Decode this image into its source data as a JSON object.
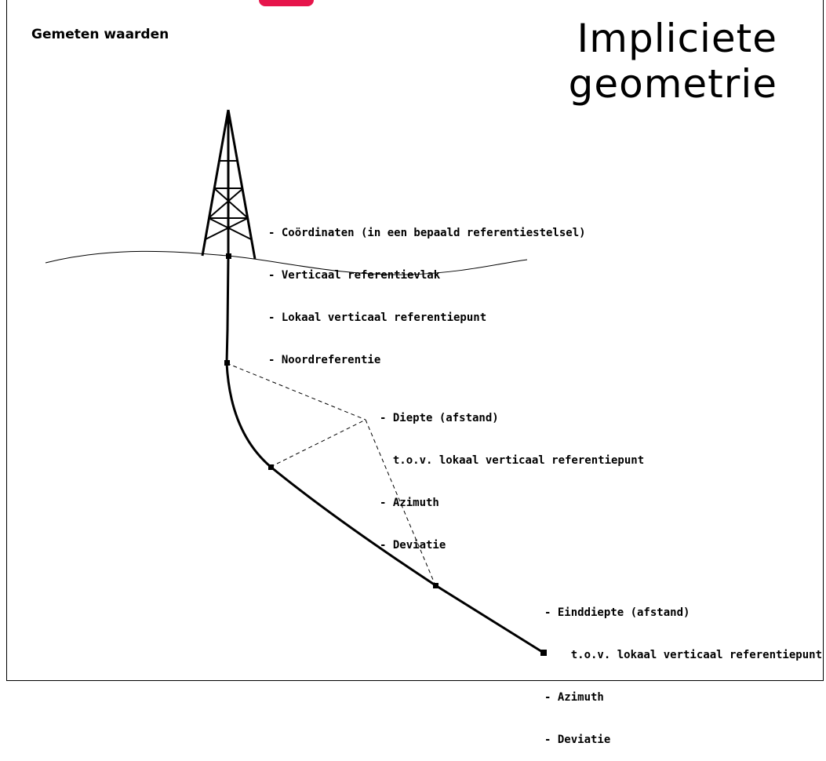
{
  "title": "Gemeten waarden",
  "heading": {
    "line1": "Impliciete",
    "line2": "geometrie"
  },
  "colors": {
    "accent": "#e6154b",
    "ink": "#000000"
  },
  "labels": {
    "surface": [
      "- Coördinaten (in een bepaald referentiestelsel)",
      "- Verticaal referentievlak",
      "- Lokaal verticaal referentiepunt",
      "- Noordreferentie"
    ],
    "survey": [
      "- Diepte (afstand)",
      "  t.o.v. lokaal verticaal referentiepunt",
      "- Azimuth",
      "- Deviatie"
    ],
    "end": [
      "- Einddiepte (afstand)",
      "    t.o.v. lokaal verticaal referentiepunt",
      "- Azimuth",
      "- Deviatie"
    ]
  }
}
